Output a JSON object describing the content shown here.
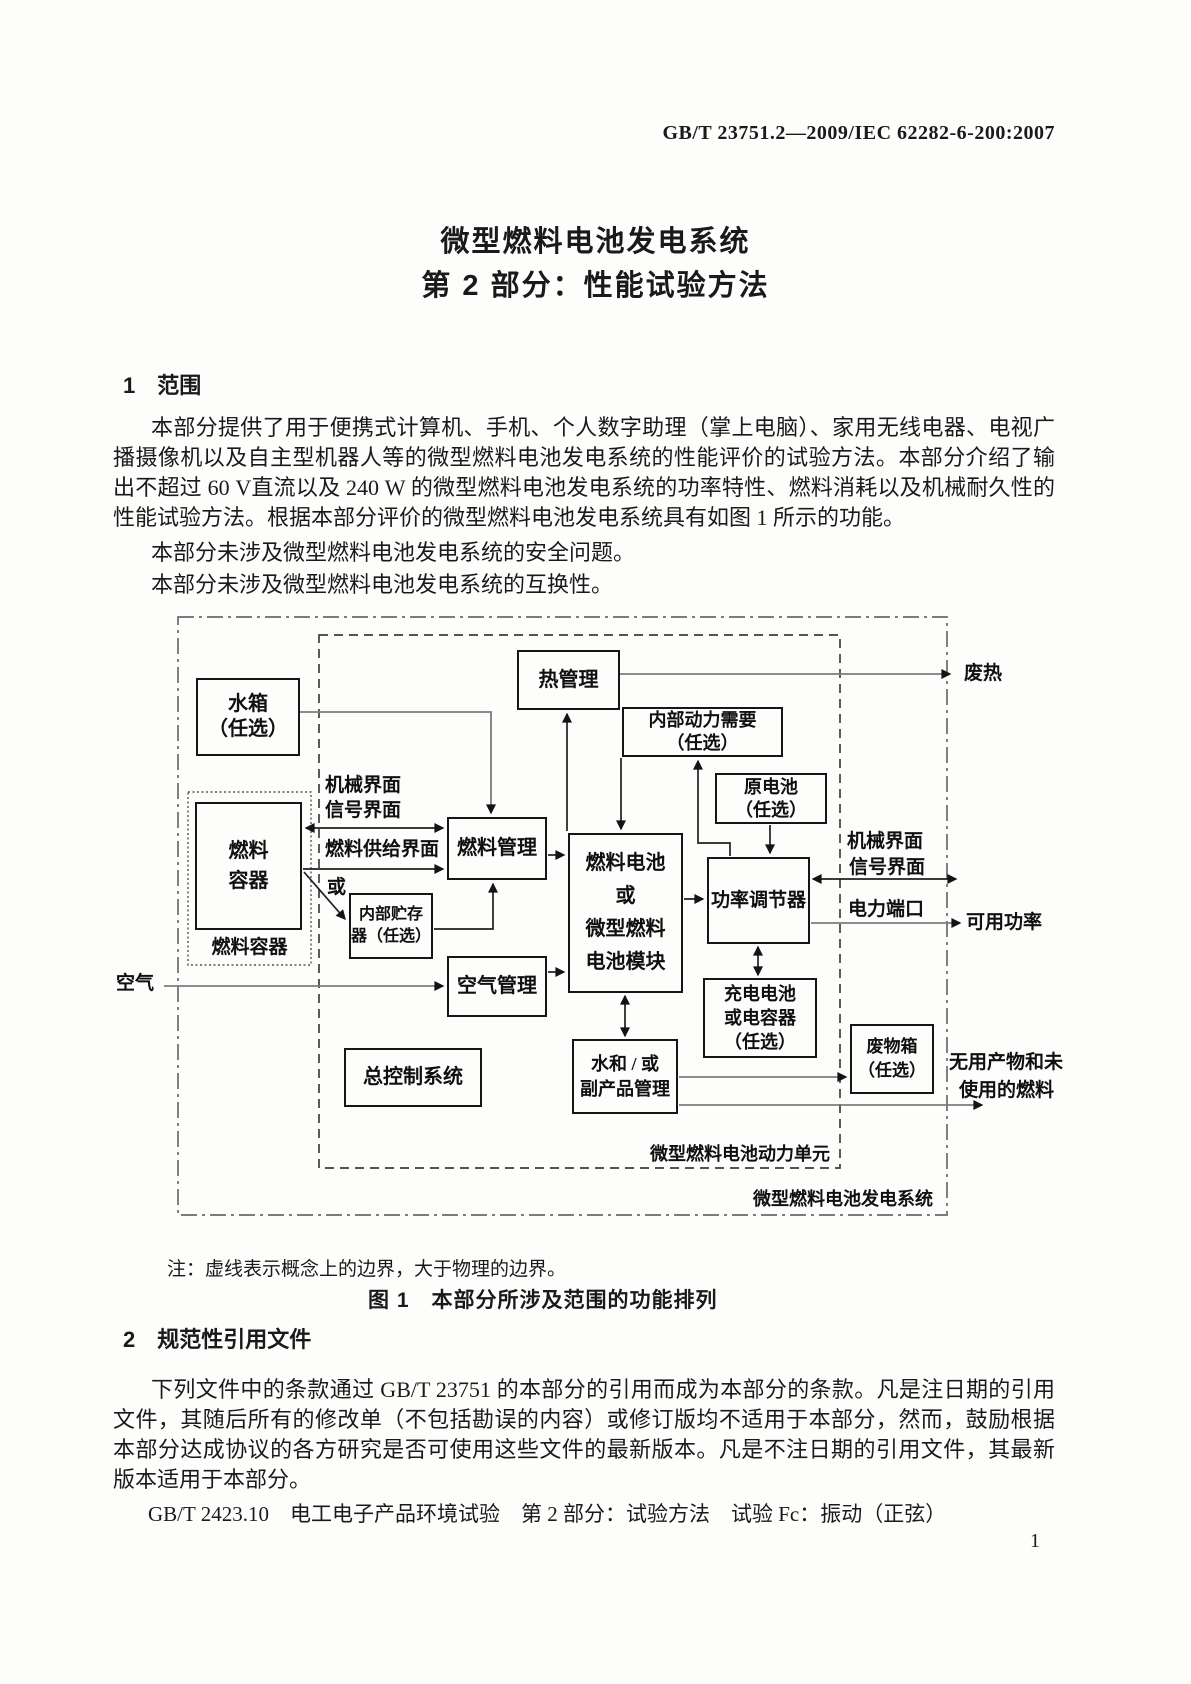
{
  "header": {
    "document_number": "GB/T 23751.2—2009/IEC 62282-6-200:2007"
  },
  "title": {
    "line1": "微型燃料电池发电系统",
    "line2": "第 2 部分：性能试验方法"
  },
  "section1": {
    "heading": "1　范围",
    "para1": "本部分提供了用于便携式计算机、手机、个人数字助理（掌上电脑）、家用无线电器、电视广播摄像机以及自主型机器人等的微型燃料电池发电系统的性能评价的试验方法。本部分介绍了输出不超过 60 V直流以及 240 W 的微型燃料电池发电系统的功率特性、燃料消耗以及机械耐久性的性能试验方法。根据本部分评价的微型燃料电池发电系统具有如图 1 所示的功能。",
    "para2": "本部分未涉及微型燃料电池发电系统的安全问题。",
    "para3": "本部分未涉及微型燃料电池发电系统的互换性。"
  },
  "figure": {
    "note": "注：虚线表示概念上的边界，大于物理的边界。",
    "caption": "图 1　本部分所涉及范围的功能排列",
    "boxes": {
      "water_tank": {
        "l1": "水箱",
        "l2": "（任选）"
      },
      "thermal_management": {
        "l1": "热管理"
      },
      "internal_power_needs": {
        "l1": "内部动力需要",
        "l2": "（任选）"
      },
      "primary_battery": {
        "l1": "原电池",
        "l2": "（任选）"
      },
      "fuel_management": {
        "l1": "燃料管理"
      },
      "internal_storage": {
        "l1": "内部贮存",
        "l2": "器（任选）"
      },
      "fuel_cell_module": {
        "l1": "燃料电池",
        "l2": "或",
        "l3": "微型燃料",
        "l4": "电池模块"
      },
      "power_conditioner": {
        "l1": "功率调节器"
      },
      "air_management": {
        "l1": "空气管理"
      },
      "rechargeable_battery": {
        "l1": "充电电池",
        "l2": "或电容器",
        "l3": "（任选）"
      },
      "control_system": {
        "l1": "总控制系统"
      },
      "water_byproduct": {
        "l1": "水和 / 或",
        "l2": "副产品管理"
      },
      "waste_box": {
        "l1": "废物箱",
        "l2": "（任选）"
      },
      "fuel_container": {
        "l1": "燃料",
        "l2": "容器"
      }
    },
    "labels": {
      "mech_interface_left": "机械界面",
      "signal_interface_left": "信号界面",
      "fuel_supply_interface": "燃料供给界面",
      "or": "或",
      "fuel_container_group": "燃料容器",
      "air": "空气",
      "waste_heat": "废热",
      "mech_interface_right": "机械界面",
      "signal_interface_right": "信号界面",
      "power_port": "电力端口",
      "available_power": "可用功率",
      "unused_products_line1": "无用产物和未",
      "unused_products_line2": "使用的燃料",
      "power_unit": "微型燃料电池动力单元",
      "system": "微型燃料电池发电系统"
    }
  },
  "section2": {
    "heading": "2　规范性引用文件",
    "para1": "下列文件中的条款通过 GB/T 23751 的本部分的引用而成为本部分的条款。凡是注日期的引用文件，其随后所有的修改单（不包括勘误的内容）或修订版均不适用于本部分，然而，鼓励根据本部分达成协议的各方研究是否可使用这些文件的最新版本。凡是不注日期的引用文件，其最新版本适用于本部分。",
    "reference1": "GB/T 2423.10　电工电子产品环境试验　第 2 部分：试验方法　试验 Fc：振动（正弦）"
  },
  "footer": {
    "page_number": "1"
  }
}
